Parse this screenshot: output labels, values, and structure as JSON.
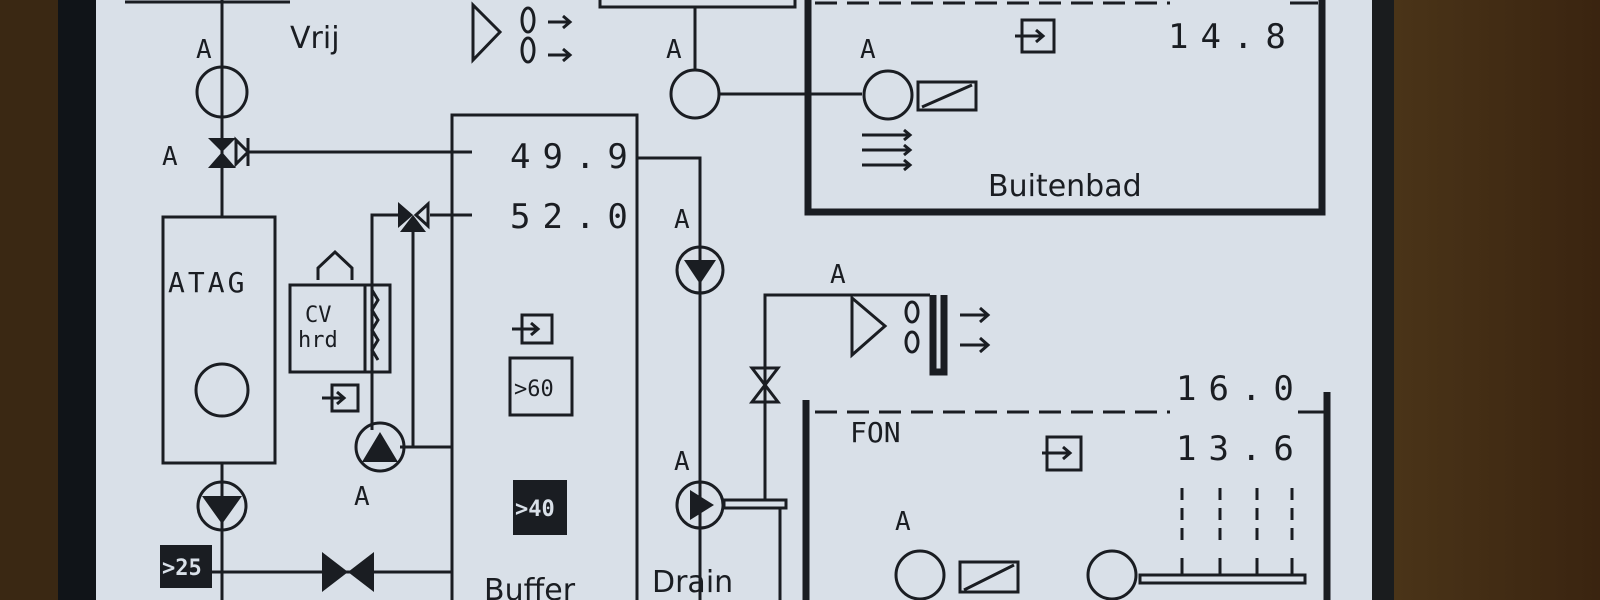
{
  "labels": {
    "vrij": "Vrij",
    "atag": "ATAG",
    "cv_line1": "CV",
    "cv_line2": "hrd",
    "buffer": "Buffer",
    "drain": "Drain",
    "buitenbad": "Buitenbad",
    "fon": "FON",
    "auto": "A"
  },
  "readings": {
    "buffer_top": "49.9",
    "buffer_mid": "52.0",
    "buitenbad_temp": "14.8",
    "fon_setpoint": "16.0",
    "fon_temp": "13.6"
  },
  "badges": {
    "buffer_gt60": ">60",
    "buffer_gt40": ">40",
    "atag_gt25": ">25"
  },
  "colors": {
    "screen": "#d9e0e8",
    "ink": "#1a1d22",
    "bezel": "#3a2813"
  }
}
